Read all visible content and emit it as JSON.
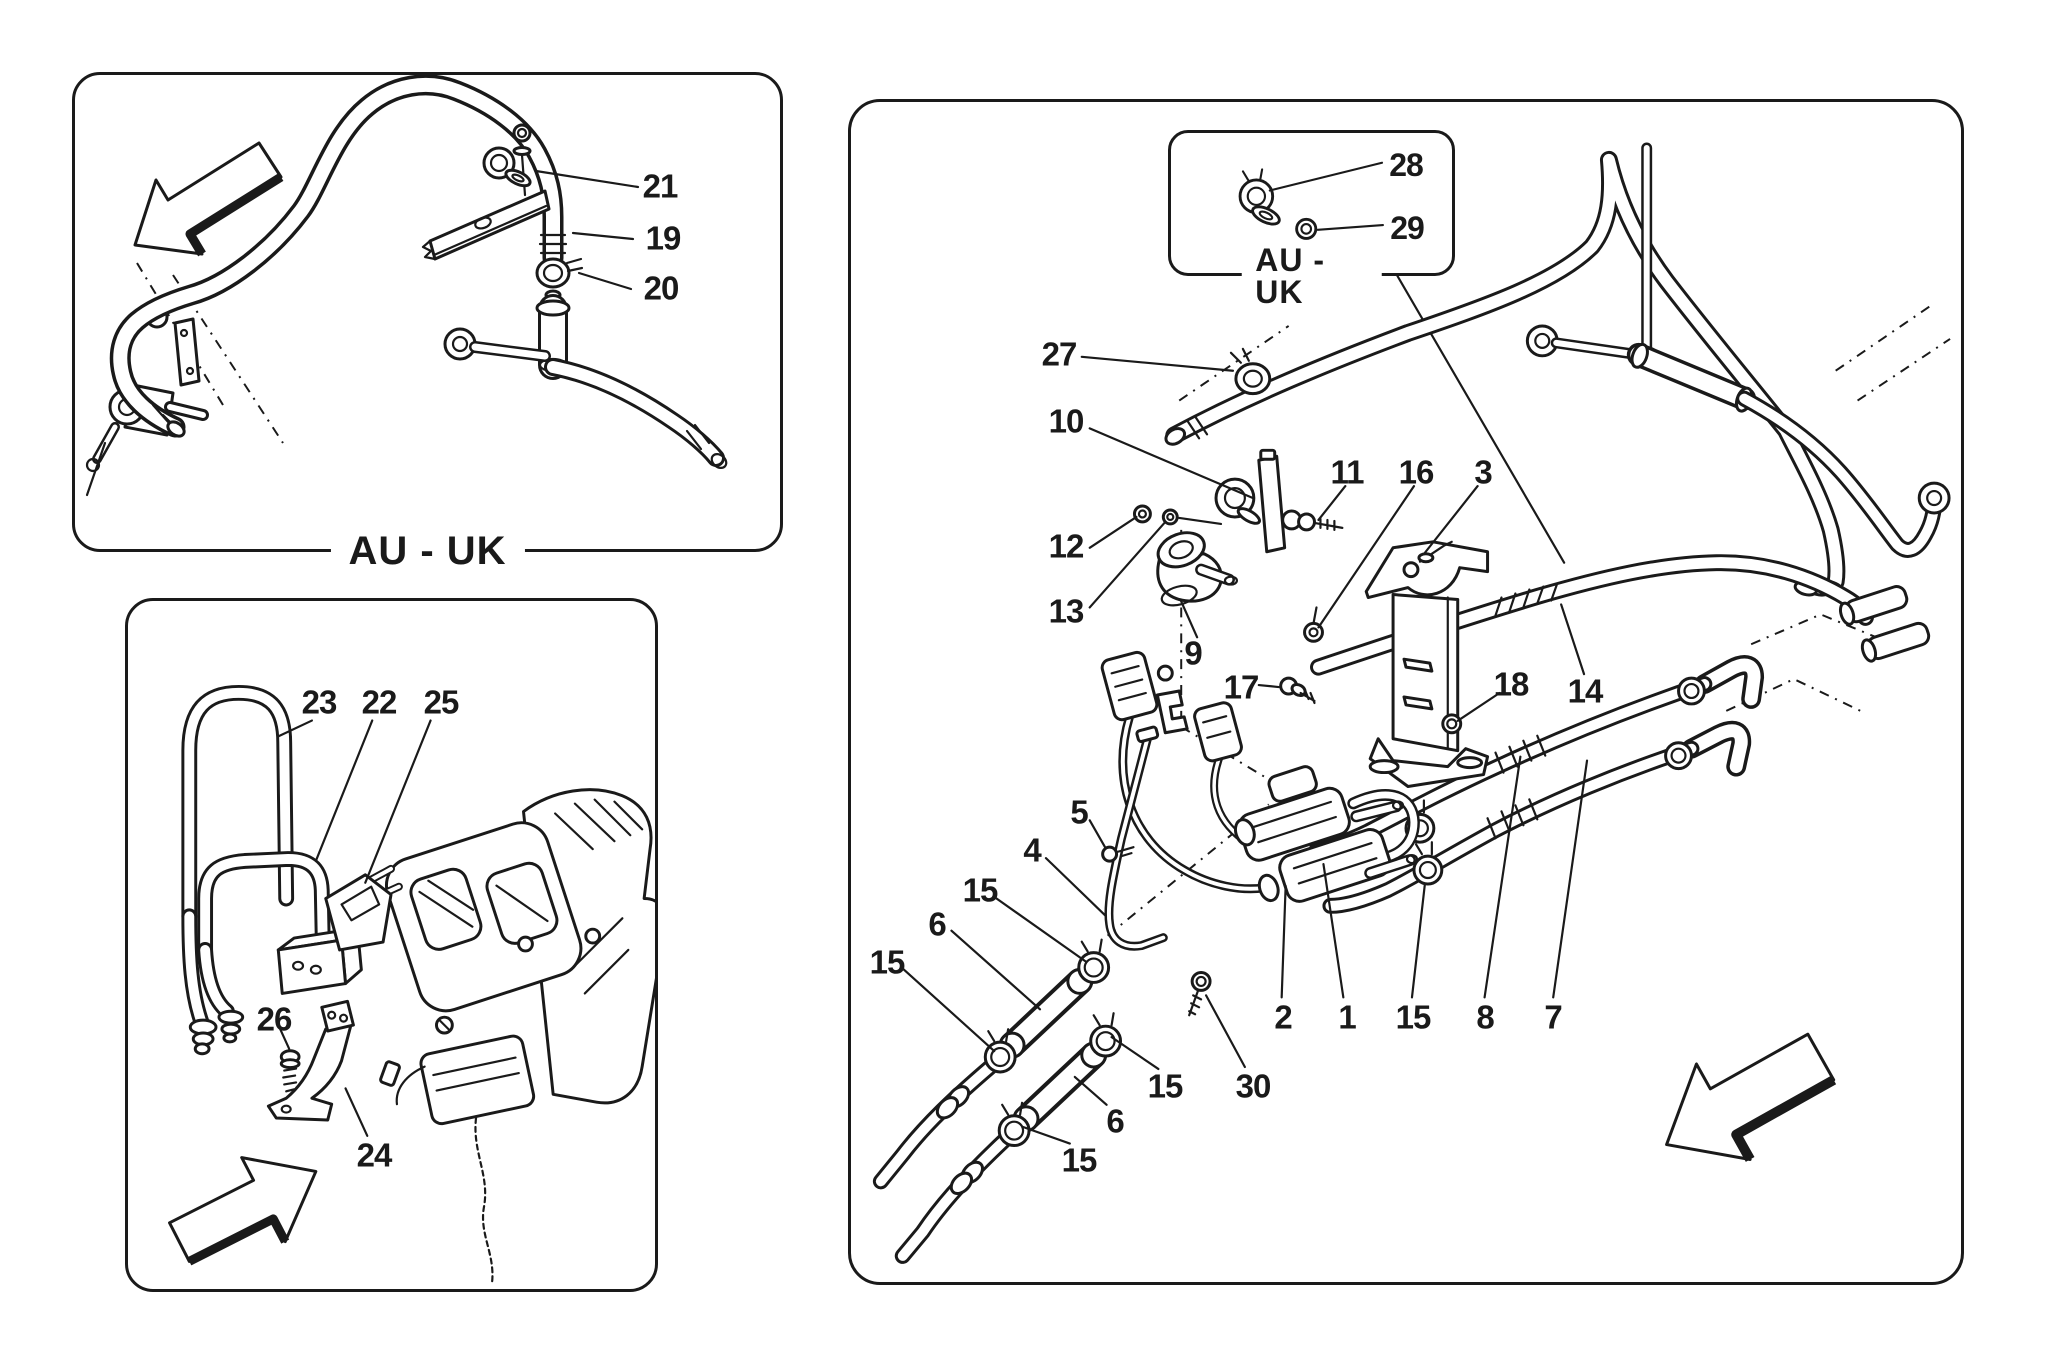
{
  "page": {
    "background": "#ffffff",
    "ink": "#1a1a1a",
    "description": "Exploded parts diagram with three panels, numbered callouts and AU - UK region labels"
  },
  "panels": {
    "top_left": {
      "region_label": "AU - UK",
      "arrow_icon": "block-arrow-down-left-icon",
      "callouts": [
        {
          "text": "21"
        },
        {
          "text": "19"
        },
        {
          "text": "20"
        }
      ]
    },
    "bottom_left": {
      "arrow_icon": "block-arrow-up-right-icon",
      "callouts": [
        {
          "text": "23"
        },
        {
          "text": "22"
        },
        {
          "text": "25"
        },
        {
          "text": "26"
        },
        {
          "text": "24"
        }
      ]
    },
    "right": {
      "arrow_icon": "block-arrow-down-left-icon",
      "inset": {
        "region_label": "AU - UK",
        "callouts": [
          {
            "text": "28"
          },
          {
            "text": "29"
          }
        ]
      },
      "callouts": [
        {
          "text": "27"
        },
        {
          "text": "10"
        },
        {
          "text": "12"
        },
        {
          "text": "13"
        },
        {
          "text": "9"
        },
        {
          "text": "11"
        },
        {
          "text": "16"
        },
        {
          "text": "3"
        },
        {
          "text": "17"
        },
        {
          "text": "18"
        },
        {
          "text": "14"
        },
        {
          "text": "5"
        },
        {
          "text": "4"
        },
        {
          "text": "15"
        },
        {
          "text": "6"
        },
        {
          "text": "15"
        },
        {
          "text": "15"
        },
        {
          "text": "6"
        },
        {
          "text": "15"
        },
        {
          "text": "30"
        },
        {
          "text": "2"
        },
        {
          "text": "1"
        },
        {
          "text": "15"
        },
        {
          "text": "8"
        },
        {
          "text": "7"
        }
      ]
    }
  }
}
